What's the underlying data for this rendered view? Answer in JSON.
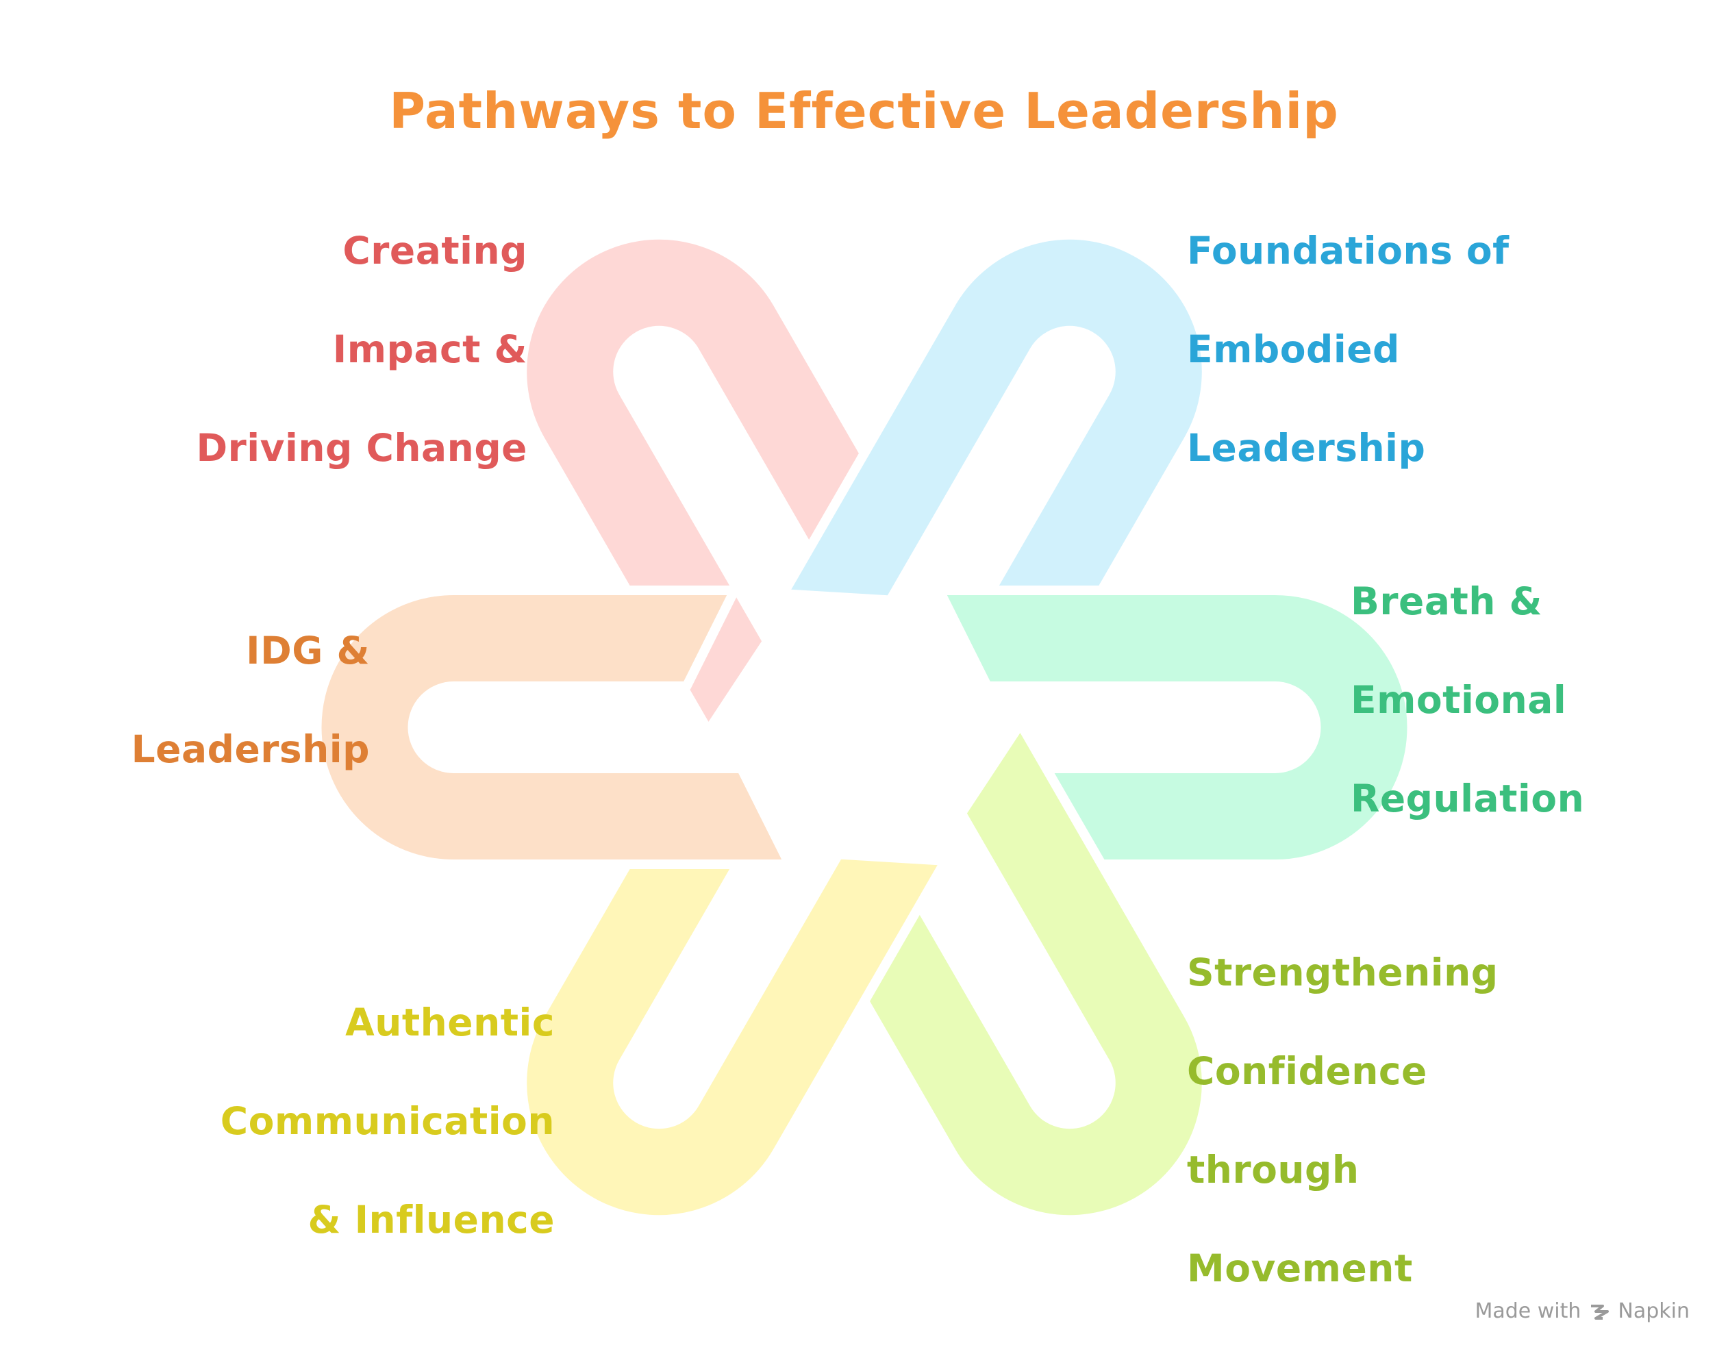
{
  "title": "Pathways to Effective Leadership",
  "colors": {
    "title": "#f5923a",
    "impact_text": "#e05a5a",
    "impact_fill": "#fed8d6",
    "embodied_text": "#2aa5d8",
    "embodied_fill": "#d1f1fc",
    "breath_text": "#3bbf7e",
    "breath_fill": "#c6fbe1",
    "confidence_text": "#96bb2c",
    "confidence_fill": "#e8fcb7",
    "authentic_text": "#d8cb1e",
    "authentic_fill": "#fff6b8",
    "idg_text": "#de7f34",
    "idg_fill": "#fde0c8"
  },
  "sections": {
    "impact": {
      "lines": [
        "Creating",
        "Impact &",
        "Driving Change"
      ]
    },
    "embodied": {
      "lines": [
        "Foundations of",
        "Embodied",
        "Leadership"
      ]
    },
    "idg": {
      "lines": [
        "IDG  &",
        "Leadership"
      ]
    },
    "breath": {
      "lines": [
        "Breath &",
        "Emotional",
        "Regulation"
      ]
    },
    "authentic": {
      "lines": [
        "Authentic",
        "Communication",
        "& Influence"
      ]
    },
    "confidence": {
      "lines": [
        "Strengthening",
        "Confidence",
        "through",
        "Movement"
      ]
    }
  },
  "footer": {
    "made_with": "Made with",
    "brand": "Napkin",
    "icon": "napkin-logo-icon"
  }
}
